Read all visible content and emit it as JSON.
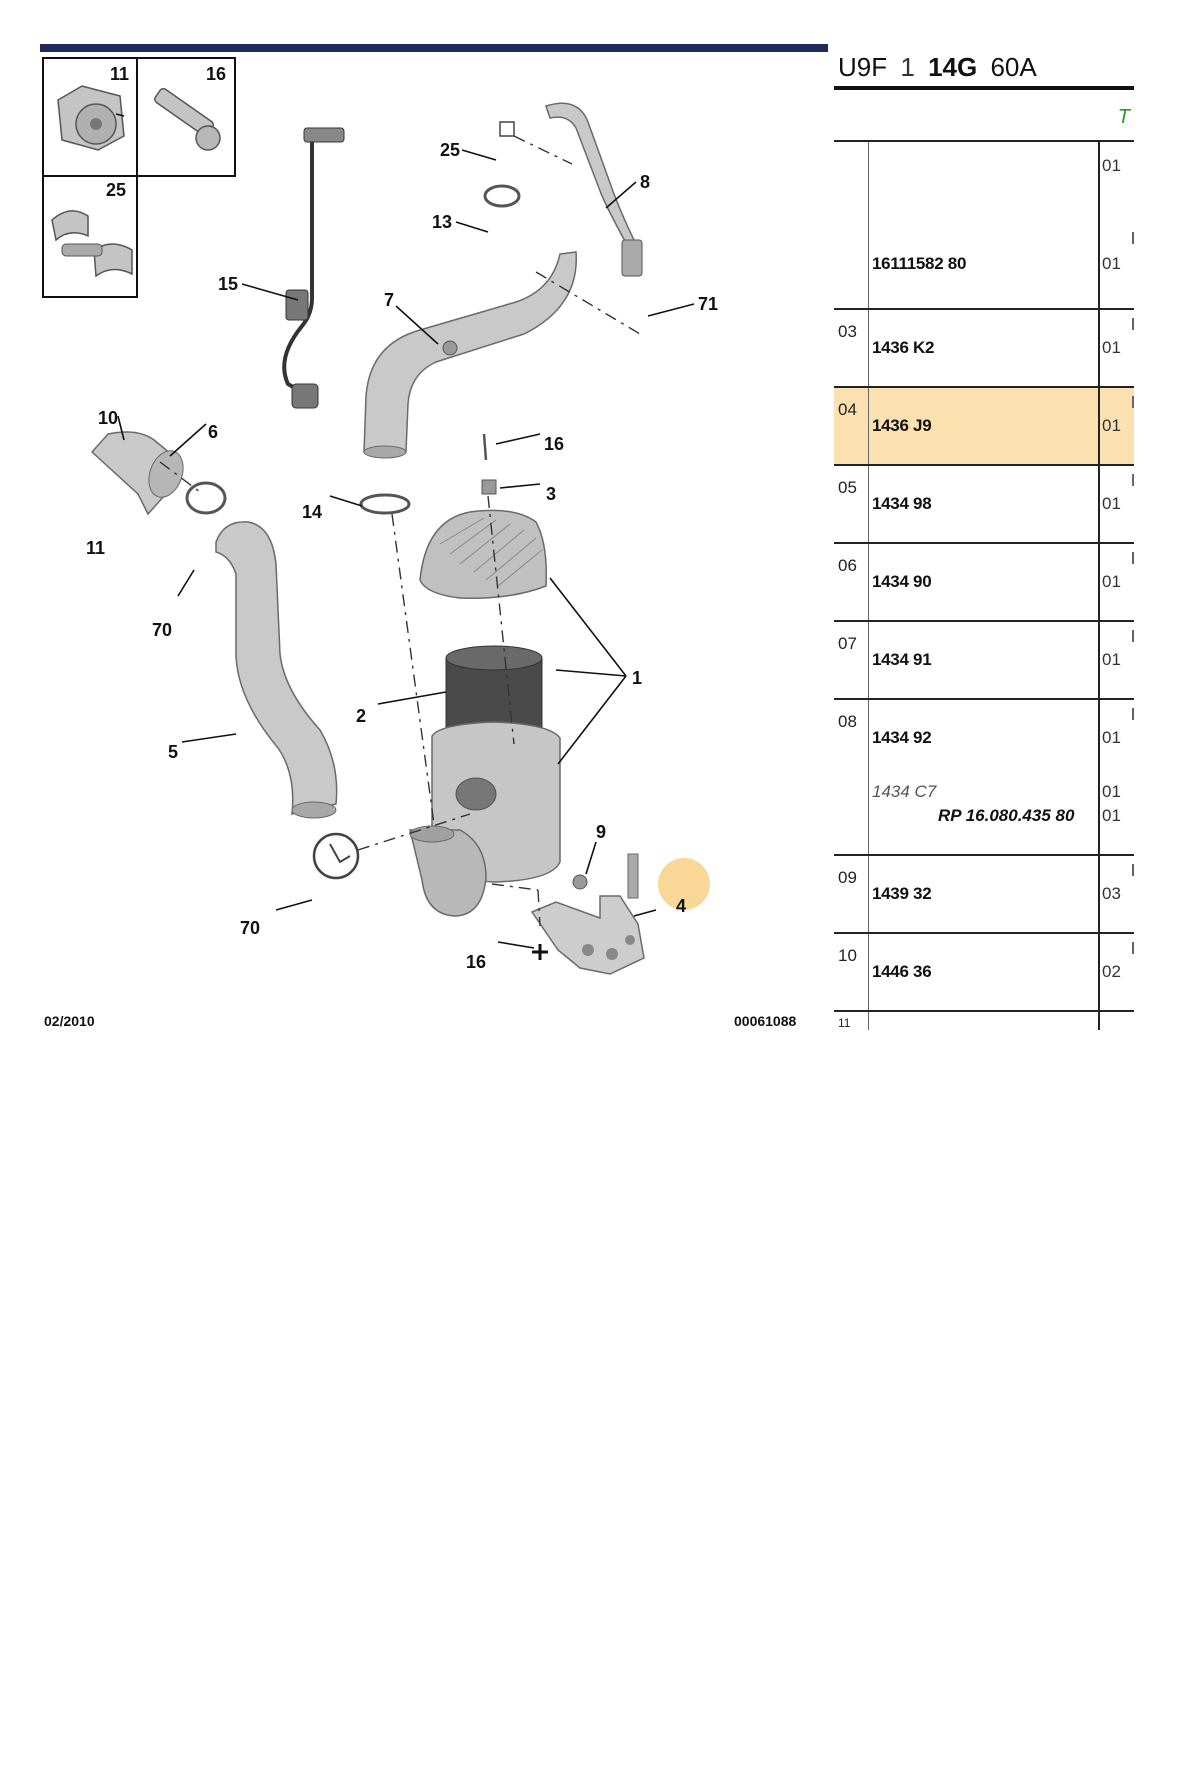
{
  "diagram": {
    "callouts": {
      "c11_inset": "11",
      "c16_inset": "16",
      "c25_inset": "25",
      "c25": "25",
      "c8": "8",
      "c13": "13",
      "c71": "71",
      "c15": "15",
      "c7": "7",
      "c10": "10",
      "c6": "6",
      "c16_top": "16",
      "c3": "3",
      "c11": "11",
      "c14": "14",
      "c70_left": "70",
      "c1": "1",
      "c2": "2",
      "c5": "5",
      "c9": "9",
      "c4": "4",
      "c70_bottom": "70",
      "c16_bottom": "16"
    },
    "date": "02/2010",
    "drawing_number": "00061088",
    "colors": {
      "highlight": "#f6c66a",
      "header_bar": "#1f2a5a",
      "part_fill": "#c8c8c8"
    }
  },
  "parts_table": {
    "title_segments": [
      "U9F",
      "1",
      "14G",
      "60A"
    ],
    "column_header_fragment": "T",
    "rows": [
      {
        "num": "",
        "ref": "16111582 80",
        "qty_top": "01",
        "qty": "01"
      },
      {
        "num": "03",
        "ref": "1436 K2",
        "qty": "01"
      },
      {
        "num": "04",
        "ref": "1436 J9",
        "qty": "01",
        "highlight": true
      },
      {
        "num": "05",
        "ref": "1434 98",
        "qty": "01"
      },
      {
        "num": "06",
        "ref": "1434 90",
        "qty": "01"
      },
      {
        "num": "07",
        "ref": "1434 91",
        "qty": "01"
      },
      {
        "num": "08",
        "ref": "1434 92",
        "qty": "01",
        "alt_ref": "1434 C7",
        "alt_qty": "01",
        "rp_ref": "RP 16.080.435 80",
        "rp_qty": "01"
      },
      {
        "num": "09",
        "ref": "1439 32",
        "qty": "03"
      },
      {
        "num": "10",
        "ref": "1446 36",
        "qty": "02"
      }
    ],
    "cut_row_num": "11"
  }
}
